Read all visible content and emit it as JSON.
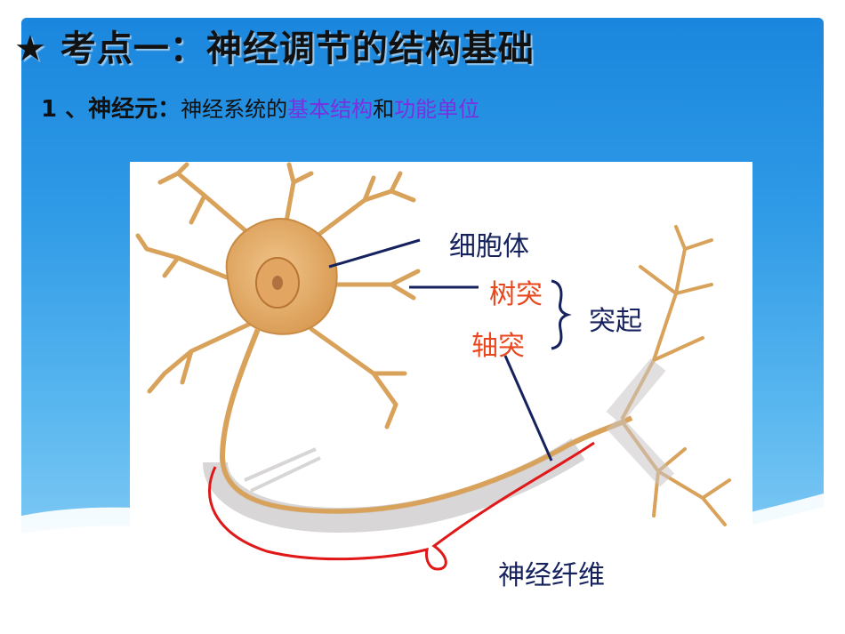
{
  "title": "★ 考点一：神经调节的结构基础",
  "subtitle": {
    "prefix": "1 、神经元：",
    "text1": "神经系统的",
    "highlight1": "基本结构",
    "text2": "和",
    "highlight2": "功能单位"
  },
  "diagram": {
    "labels": {
      "cell_body": "细胞体",
      "dendrite": "树突",
      "axon": "轴突",
      "process": "突起",
      "nerve_fiber": "神经纤维"
    }
  },
  "colors": {
    "background_top": "#1a86dd",
    "highlight": "#7a2fe0",
    "label_dark": "#16225e",
    "label_orange": "#e8461c",
    "annotation_red": "#e01818",
    "neuron": "#d9a25b"
  }
}
